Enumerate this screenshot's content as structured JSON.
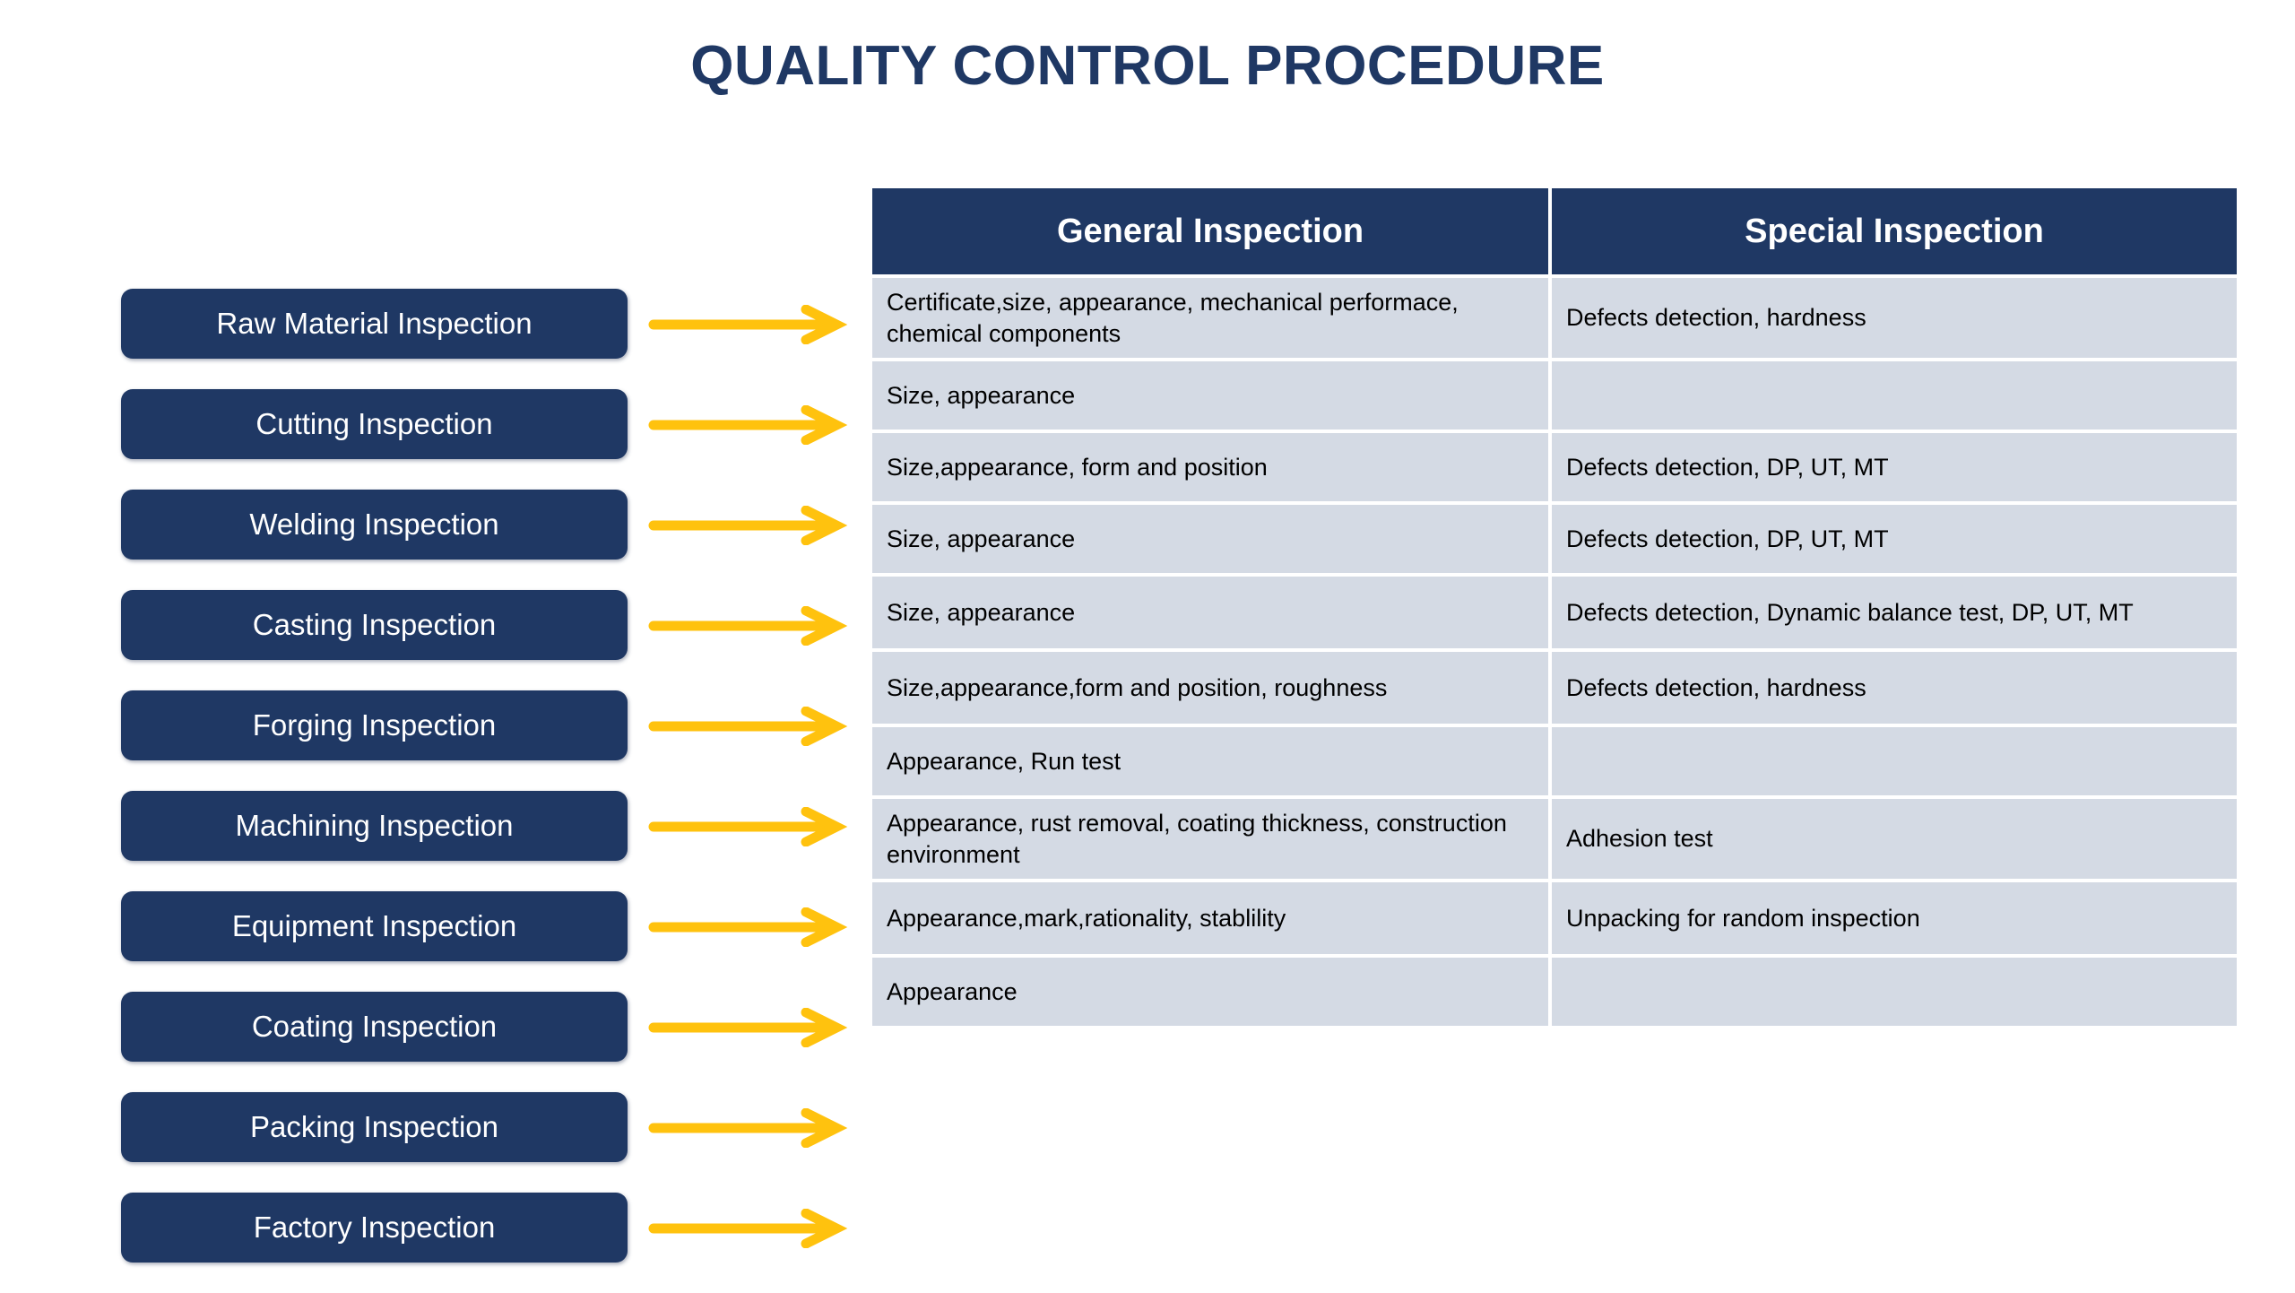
{
  "title": "QUALITY CONTROL PROCEDURE",
  "colors": {
    "navy": "#1F3864",
    "cell_bg": "#D4DAE4",
    "arrow": "#FFC20E",
    "title": "#1F3864",
    "header_text": "#FFFFFF",
    "cell_text": "#000000"
  },
  "table": {
    "headers": [
      "General Inspection",
      "Special Inspection"
    ],
    "rows": [
      {
        "stage": "Raw Material Inspection",
        "general": "Certificate,size, appearance, mechanical performace, chemical components",
        "special": "Defects detection, hardness"
      },
      {
        "stage": "Cutting Inspection",
        "general": "Size, appearance",
        "special": ""
      },
      {
        "stage": "Welding Inspection",
        "general": "Size,appearance, form and position",
        "special": "Defects detection, DP, UT, MT"
      },
      {
        "stage": "Casting Inspection",
        "general": "Size, appearance",
        "special": "Defects detection, DP, UT, MT"
      },
      {
        "stage": "Forging Inspection",
        "general": "Size, appearance",
        "special": "Defects detection, Dynamic balance test, DP, UT, MT"
      },
      {
        "stage": "Machining Inspection",
        "general": "Size,appearance,form and position, roughness",
        "special": "Defects detection, hardness"
      },
      {
        "stage": "Equipment Inspection",
        "general": "Appearance, Run test",
        "special": ""
      },
      {
        "stage": "Coating Inspection",
        "general": "Appearance, rust removal, coating thickness, construction environment",
        "special": "Adhesion test"
      },
      {
        "stage": "Packing Inspection",
        "general": "Appearance,mark,rationality, stablility",
        "special": "Unpacking for random inspection"
      },
      {
        "stage": "Factory Inspection",
        "general": "Appearance",
        "special": ""
      }
    ]
  },
  "icons": {
    "arrow": "right-arrow-icon"
  }
}
